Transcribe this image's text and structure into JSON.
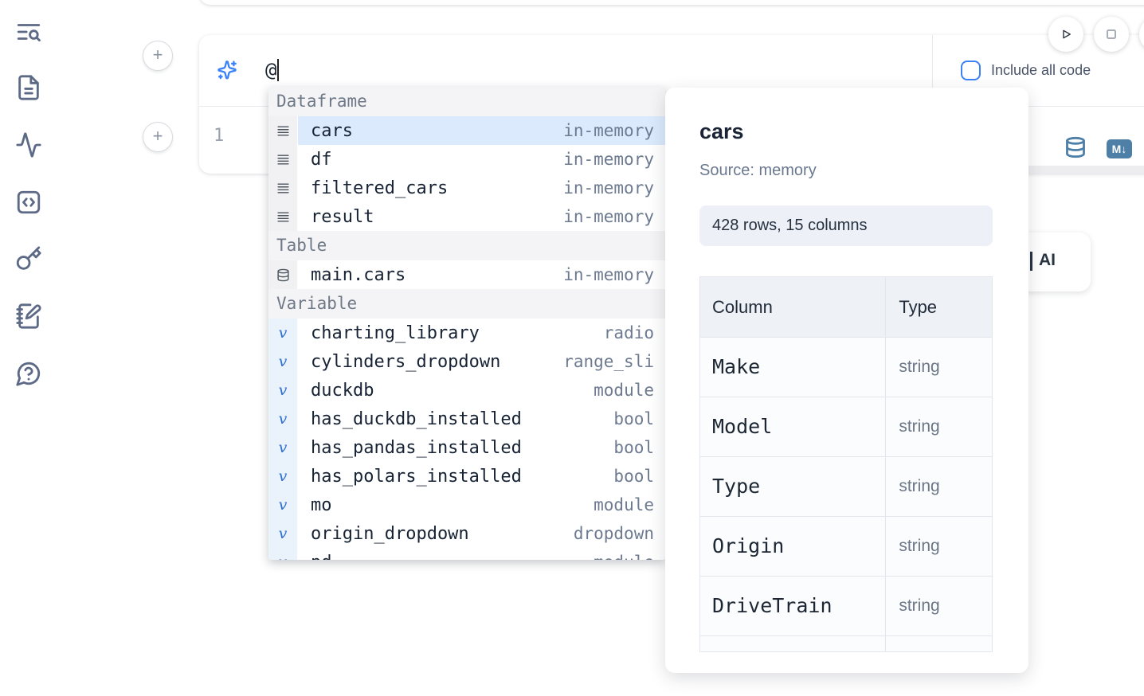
{
  "sidebar": {
    "icons": [
      "list-search-icon",
      "file-text-icon",
      "activity-icon",
      "code-square-icon",
      "key-icon",
      "notebook-pen-icon",
      "help-circle-icon"
    ]
  },
  "run_controls": {
    "run_icon": "play-icon",
    "stop_icon": "stop-square-icon"
  },
  "ai_panel": {
    "prompt_value": "@",
    "include_all_code_label": "Include all code"
  },
  "editor": {
    "line_number": "1",
    "markdown_badge": "M↓"
  },
  "autocomplete": {
    "groups": [
      {
        "label": "Dataframe",
        "icon": "rows-icon",
        "items": [
          {
            "name": "cars",
            "type": "in-memory",
            "selected": true
          },
          {
            "name": "df",
            "type": "in-memory"
          },
          {
            "name": "filtered_cars",
            "type": "in-memory"
          },
          {
            "name": "result",
            "type": "in-memory"
          }
        ]
      },
      {
        "label": "Table",
        "icon": "database-icon",
        "items": [
          {
            "name": "main.cars",
            "type": "in-memory"
          }
        ]
      },
      {
        "label": "Variable",
        "icon": "variable-icon",
        "items": [
          {
            "name": "charting_library",
            "type": "radio"
          },
          {
            "name": "cylinders_dropdown",
            "type": "range_sli"
          },
          {
            "name": "duckdb",
            "type": "module"
          },
          {
            "name": "has_duckdb_installed",
            "type": "bool"
          },
          {
            "name": "has_pandas_installed",
            "type": "bool"
          },
          {
            "name": "has_polars_installed",
            "type": "bool"
          },
          {
            "name": "mo",
            "type": "module"
          },
          {
            "name": "origin_dropdown",
            "type": "dropdown"
          },
          {
            "name": "pd",
            "type": "module",
            "clipped": true
          }
        ]
      }
    ]
  },
  "preview": {
    "title": "cars",
    "source": "Source: memory",
    "shape": "428 rows, 15 columns",
    "table": {
      "headers": [
        "Column",
        "Type"
      ],
      "rows": [
        [
          "Make",
          "string"
        ],
        [
          "Model",
          "string"
        ],
        [
          "Type",
          "string"
        ],
        [
          "Origin",
          "string"
        ],
        [
          "DriveTrain",
          "string"
        ]
      ]
    }
  },
  "ai_button": {
    "visible_label": "AI"
  },
  "colors": {
    "accent_blue": "#3b82f6",
    "steel_blue": "#4d7fa7",
    "selected_row": "#dbeafd",
    "sidebar_icon": "#5c6a86",
    "section_header_bg": "#f4f4f6",
    "badge_bg": "#edf1f7"
  }
}
